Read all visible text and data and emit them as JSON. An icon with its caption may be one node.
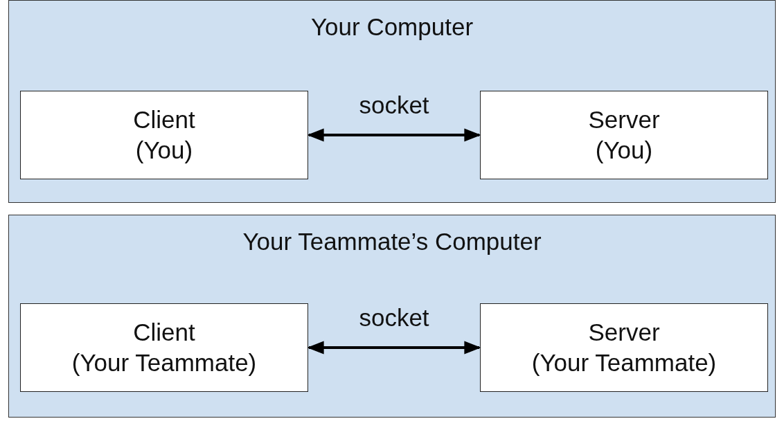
{
  "diagram": {
    "nodes": [
      {
        "text": [
          "Your Computer"
        ]
      },
      {
        "text": [
          "Client",
          "(You)"
        ],
        "in": 0
      },
      {
        "text": [
          "Server",
          "(You)"
        ],
        "in": 0
      },
      {
        "text": [
          "Your Teammate’s Computer"
        ]
      },
      {
        "text": [
          "Client",
          "(Your Teammate)"
        ],
        "in": 3
      },
      {
        "text": [
          "Server",
          "(Your Teammate)"
        ],
        "in": 3
      }
    ],
    "edges": [
      {
        "from": 1,
        "to": 2,
        "arrow": "both",
        "label": "socket"
      },
      {
        "from": 4,
        "to": 5,
        "arrow": "both",
        "label": "socket"
      }
    ]
  }
}
